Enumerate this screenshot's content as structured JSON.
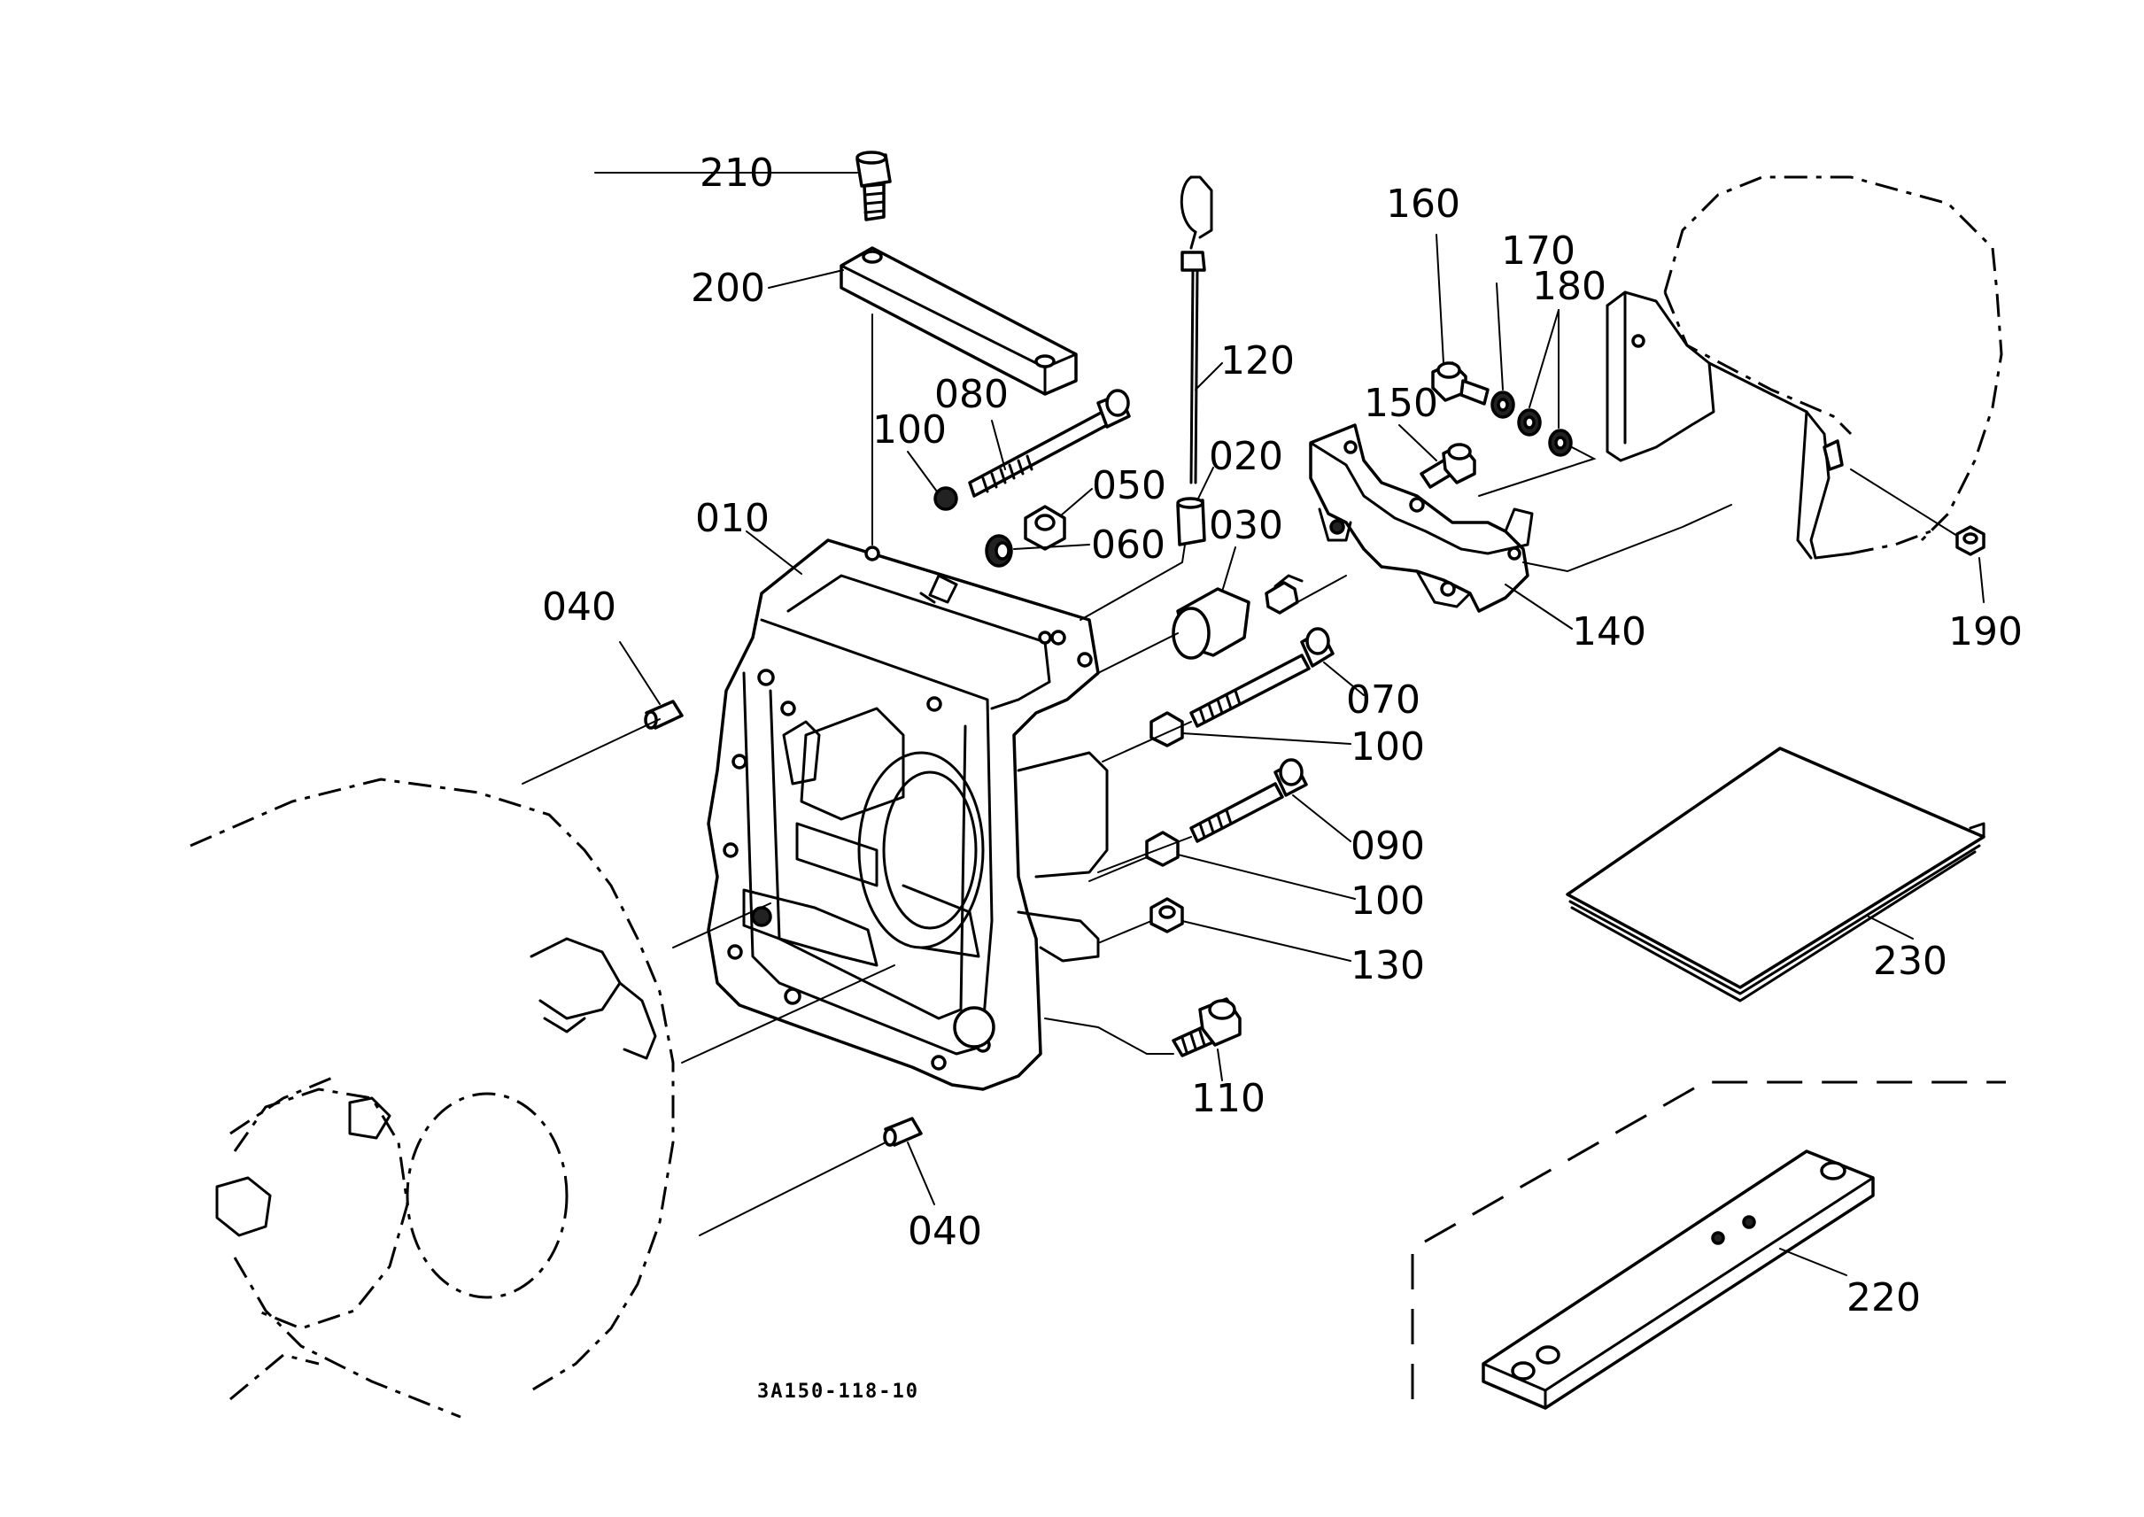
{
  "figure_code": "3A150-118-10",
  "part_labels": {
    "p010": "010",
    "p020": "020",
    "p030": "030",
    "p040a": "040",
    "p040b": "040",
    "p050": "050",
    "p060": "060",
    "p070": "070",
    "p080": "080",
    "p090": "090",
    "p100a": "100",
    "p100b": "100",
    "p100c": "100",
    "p110": "110",
    "p120": "120",
    "p130": "130",
    "p140": "140",
    "p150": "150",
    "p160": "160",
    "p170": "170",
    "p180": "180",
    "p190": "190",
    "p200": "200",
    "p210": "210",
    "p220": "220",
    "p230": "230"
  }
}
